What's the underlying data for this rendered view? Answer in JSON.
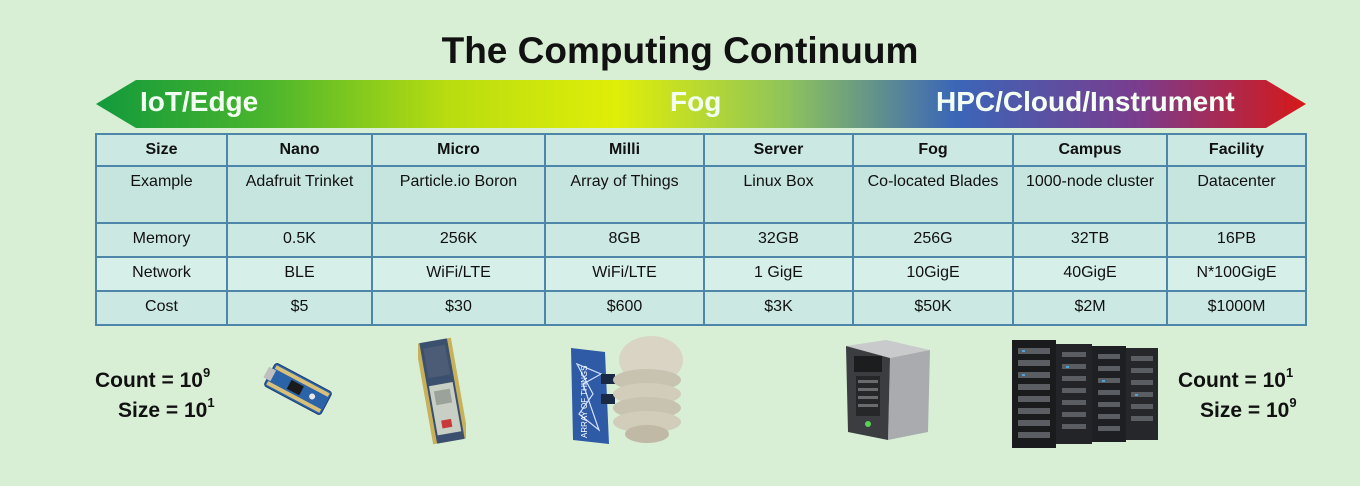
{
  "title": "The Computing Continuum",
  "spectrum": {
    "left_label": "IoT/Edge",
    "center_label": "Fog",
    "right_label": "HPC/Cloud/Instrument",
    "colors": [
      "#129a3c",
      "#4ab52d",
      "#b8dc10",
      "#e0ee08",
      "#8fc45a",
      "#3a66b8",
      "#7a3c8e",
      "#d61818"
    ]
  },
  "table": {
    "headers": [
      "Size",
      "Nano",
      "Micro",
      "Milli",
      "Server",
      "Fog",
      "Campus",
      "Facility"
    ],
    "rows": [
      {
        "label": "Example",
        "cells": [
          "Adafruit Trinket",
          "Particle.io Boron",
          "Array of Things",
          "Linux Box",
          "Co-located Blades",
          "1000-node cluster",
          "Datacenter"
        ]
      },
      {
        "label": "Memory",
        "cells": [
          "0.5K",
          "256K",
          "8GB",
          "32GB",
          "256G",
          "32TB",
          "16PB"
        ]
      },
      {
        "label": "Network",
        "cells": [
          "BLE",
          "WiFi/LTE",
          "WiFi/LTE",
          "1 GigE",
          "10GigE",
          "40GigE",
          "N*100GigE"
        ]
      },
      {
        "label": "Cost",
        "cells": [
          "$5",
          "$30",
          "$600",
          "$3K",
          "$50K",
          "$2M",
          "$1000M"
        ]
      }
    ]
  },
  "left_stats": {
    "count_label": "Count = 10",
    "count_exp": "9",
    "size_label": "Size = 10",
    "size_exp": "1"
  },
  "right_stats": {
    "count_label": "Count = 10",
    "count_exp": "1",
    "size_label": "Size = 10",
    "size_exp": "9"
  },
  "device_images": {
    "trinket": "adafruit-trinket-board",
    "boron": "particle-boron-board",
    "array_of_things": "array-of-things-sensor-node",
    "blade": "blade-server",
    "cluster": "server-rack-cluster",
    "array_text": "ARRAY OF THINGS"
  }
}
